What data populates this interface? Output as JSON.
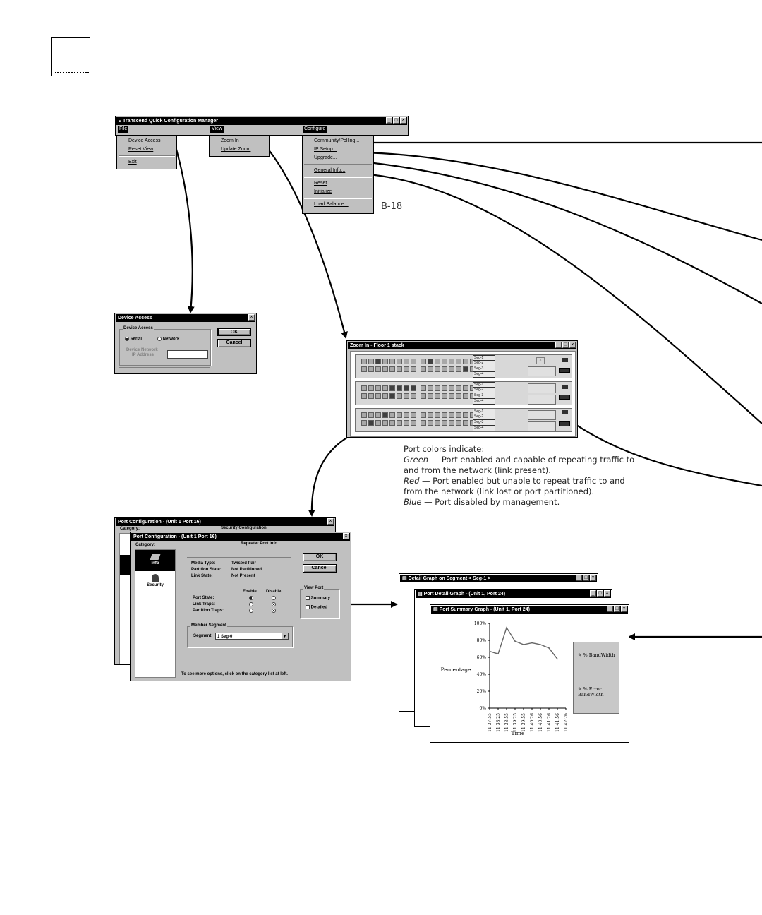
{
  "corner_mark": "",
  "main_window": {
    "title": "Transcend Quick Configuration Manager",
    "menus": {
      "file": "File",
      "view": "View",
      "configure": "Configure"
    },
    "file_items": [
      "Device Access",
      "Reset View",
      "Exit"
    ],
    "view_items": [
      "Zoom In",
      "Update Zoom"
    ],
    "configure_items": [
      "Community/Polling...",
      "IP Setup...",
      "Upgrade...",
      "General Info...",
      "Reset",
      "Initialize",
      "Load Balance..."
    ]
  },
  "page_ref": "B-18",
  "device_access": {
    "title": "Device Access",
    "group": "Device Access",
    "serial": "Serial",
    "network": "Network",
    "addr_label_1": "Device Network",
    "addr_label_2": "IP Address",
    "ok": "OK",
    "cancel": "Cancel"
  },
  "zoom_window": {
    "title": "Zoom In - Floor 1 stack",
    "segments": [
      "Seg-1",
      "Seg-2",
      "Seg-3",
      "Seg-4"
    ]
  },
  "port_colors": {
    "heading": "Port colors indicate:",
    "green_word": "Green",
    "green_1": " — Port enabled and capable of repeating traffic to",
    "green_2": "and from the network (link present).",
    "red_word": "Red",
    "red_1": " — Port enabled but unable to repeat traffic to and",
    "red_2": "from the network (link lost or port partitioned).",
    "blue_word": "Blue",
    "blue_1": " — Port disabled by management."
  },
  "port_config_back": {
    "title": "Port Configuration - (Unit 1 Port 16)",
    "category": "Category:",
    "heading": "Security Configuration"
  },
  "port_config": {
    "title": "Port Configuration - (Unit 1 Port 16)",
    "category": "Category:",
    "cat_info": "Info",
    "cat_security": "Security",
    "heading": "Repeater Port Info",
    "media_type_label": "Media Type:",
    "media_type_value": "Twisted Pair",
    "partition_label": "Partition State:",
    "partition_value": "Not Partitioned",
    "link_label": "Link State:",
    "link_value": "Not Present",
    "enable": "Enable",
    "disable": "Disable",
    "port_state": "Port State:",
    "link_traps": "Link Traps:",
    "partition_traps": "Partition Traps:",
    "member_segment": "Member Segment",
    "segment_label": "Segment:",
    "segment_value": "1     Seg-0",
    "view_port": "View Port",
    "summary": "Summary",
    "detailed": "Detailed",
    "ok": "OK",
    "cancel": "Cancel",
    "hint": "To see more options, click on the category list at left."
  },
  "graphs": {
    "g1_title": "Detail Graph on Segment < Seg-1 >",
    "g2_title": "Port Detail Graph - (Unit 1, Port 24)",
    "g3_title": "Port Summary Graph - (Unit 1, Port 24)"
  },
  "chart_data": {
    "type": "line",
    "ylabel": "Percentage",
    "xlabel": "Time",
    "y_ticks": [
      "100%",
      "80%",
      "60%",
      "40%",
      "20%",
      "0%"
    ],
    "ylim": [
      0,
      100
    ],
    "categories": [
      "11:37:55",
      "11:38:25",
      "11:38:55",
      "11:39:25",
      "11:39:55",
      "11:40:26",
      "11:40:56",
      "11:41:26",
      "11:41:56",
      "11:42:26"
    ],
    "series": [
      {
        "name": "% BandWidth",
        "values": [
          67,
          64,
          95,
          79,
          75,
          77,
          75,
          71,
          58
        ]
      },
      {
        "name": "% Error BandWidth",
        "values": []
      }
    ],
    "legend": [
      "% BandWidth",
      "% Error BandWidth"
    ]
  }
}
